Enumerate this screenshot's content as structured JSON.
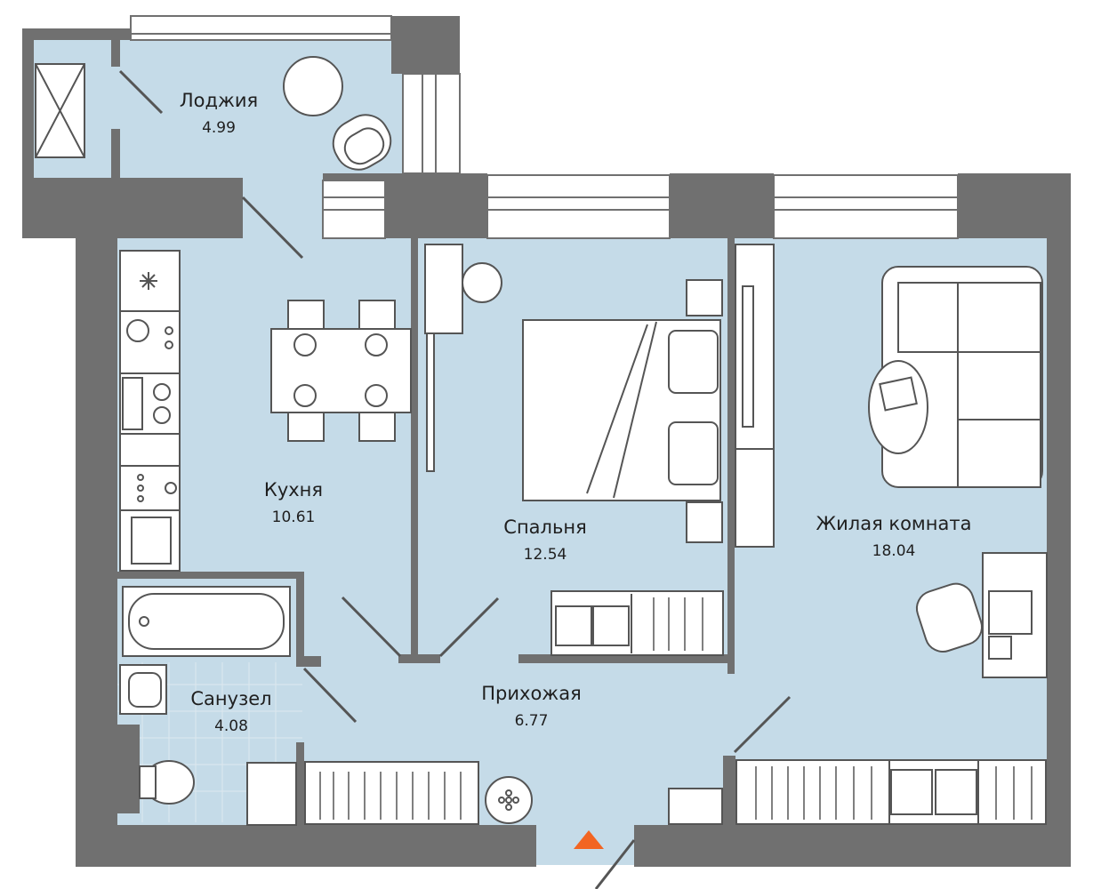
{
  "plan": {
    "rooms": [
      {
        "id": "loggia",
        "name": "Лоджия",
        "area": "4.99"
      },
      {
        "id": "kitchen",
        "name": "Кухня",
        "area": "10.61"
      },
      {
        "id": "bedroom",
        "name": "Спальня",
        "area": "12.54"
      },
      {
        "id": "living",
        "name": "Жилая комната",
        "area": "18.04"
      },
      {
        "id": "bathroom",
        "name": "Санузел",
        "area": "4.08"
      },
      {
        "id": "hallway",
        "name": "Прихожая",
        "area": "6.77"
      }
    ],
    "colors": {
      "floor": "#c5dbe8",
      "wall": "#707070",
      "window": "#ffffff",
      "furniture_line": "#555555",
      "entrance": "#f26522"
    },
    "entrance_icon": "entrance-triangle-icon"
  }
}
